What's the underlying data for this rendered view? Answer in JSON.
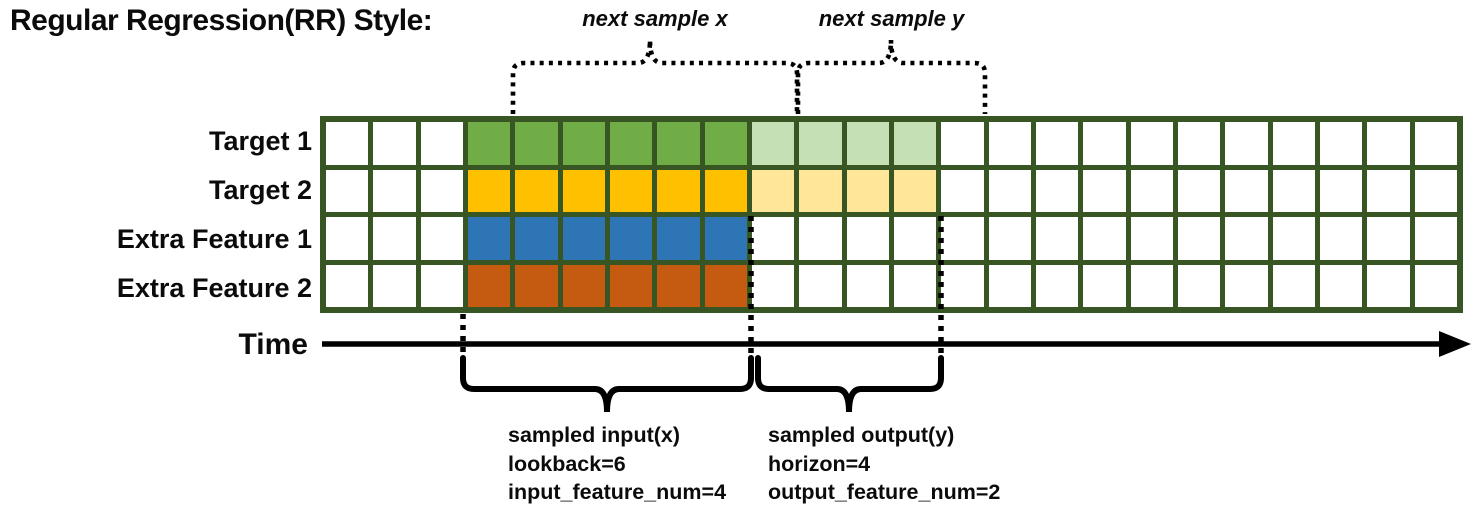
{
  "title": "Regular Regression(RR) Style:",
  "colors": {
    "grid_border": "#375623",
    "target1": "#70AD47",
    "target1_horizon": "#C5E0B4",
    "target2": "#FFC000",
    "target2_horizon": "#FFE699",
    "extra_feature1": "#2E75B6",
    "extra_feature2": "#C55A11",
    "annotation": "#000000"
  },
  "top_annotations": {
    "next_sample_x": "next sample x",
    "next_sample_y": "next sample y"
  },
  "rows": [
    {
      "label": "Target 1",
      "color": "#70AD47",
      "horizon_color": "#C5E0B4"
    },
    {
      "label": "Target 2",
      "color": "#FFC000",
      "horizon_color": "#FFE699"
    },
    {
      "label": "Extra Feature 1",
      "color": "#2E75B6",
      "horizon_color": null
    },
    {
      "label": "Extra Feature 2",
      "color": "#C55A11",
      "horizon_color": null
    }
  ],
  "grid": {
    "total_steps": 24,
    "offset_steps": 3,
    "lookback": 6,
    "horizon": 4
  },
  "time_axis": {
    "label": "Time"
  },
  "bottom_annotations": {
    "input": [
      "sampled input(x)",
      "lookback=6",
      "input_feature_num=4"
    ],
    "output": [
      "sampled output(y)",
      "horizon=4",
      "output_feature_num=2"
    ]
  }
}
